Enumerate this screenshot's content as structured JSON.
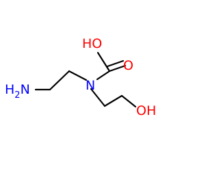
{
  "molecule": {
    "atoms": [
      {
        "id": "hydroxyl-carboxyl",
        "element": "O",
        "text": "HO",
        "color": "#ff0000"
      },
      {
        "id": "carbonyl-oxygen",
        "element": "O",
        "text": "O",
        "color": "#ff0000"
      },
      {
        "id": "amide-nitrogen",
        "element": "N",
        "text": "N",
        "color": "#0000ff"
      },
      {
        "id": "amine",
        "element": "N",
        "text": "H",
        "subscript": "2",
        "suffix": "N",
        "color": "#0000ff"
      },
      {
        "id": "terminal-hydroxyl",
        "element": "O",
        "text": "OH",
        "color": "#ff0000"
      }
    ],
    "colors": {
      "bond": "#000000",
      "oxygen": "#ff0000",
      "nitrogen": "#0000ff"
    }
  }
}
